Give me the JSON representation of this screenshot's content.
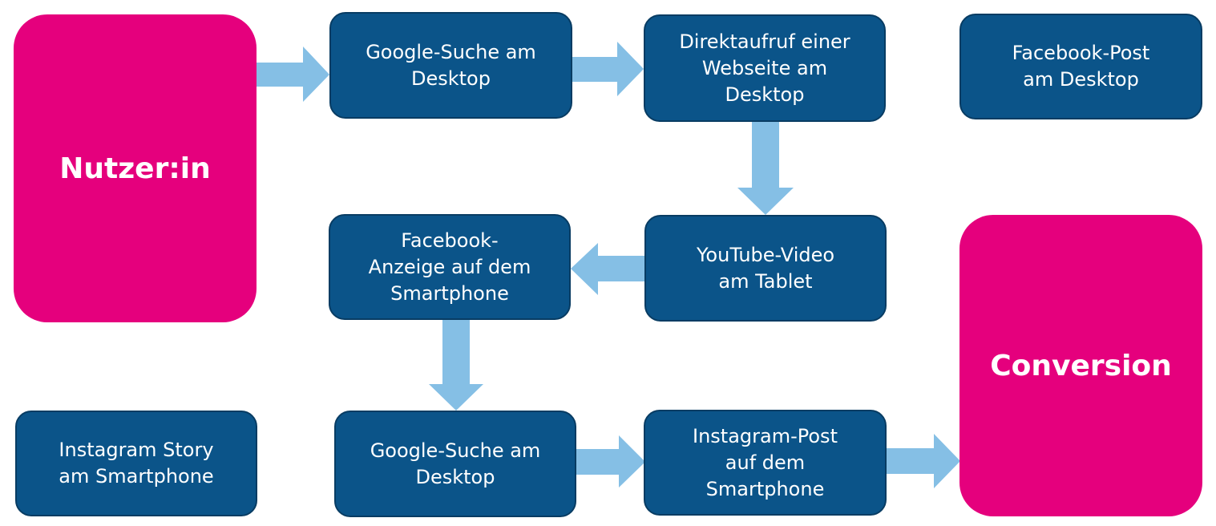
{
  "start": {
    "label": "Nutzer:in"
  },
  "end": {
    "label": "Conversion"
  },
  "steps": [
    {
      "label": "Google-Suche am\nDesktop"
    },
    {
      "label": "Direktaufruf einer\nWebseite am\nDesktop"
    },
    {
      "label": "Facebook-Post\nam Desktop"
    },
    {
      "label": "YouTube-Video\nam Tablet"
    },
    {
      "label": "Facebook-\nAnzeige auf dem\nSmartphone"
    },
    {
      "label": "Instagram Story\nam Smartphone"
    },
    {
      "label": "Google-Suche am\nDesktop"
    },
    {
      "label": "Instagram-Post\nauf dem\nSmartphone"
    }
  ],
  "colors": {
    "accent": "#E5007D",
    "box": "#0B5489",
    "arrow": "#85BFE5"
  }
}
